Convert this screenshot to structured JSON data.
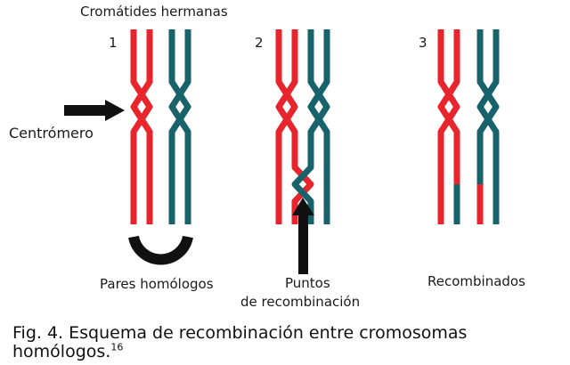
{
  "colors": {
    "red": "#e8242c",
    "teal": "#18636b",
    "black": "#111111"
  },
  "labels": {
    "sister_chromatids": "Cromátides hermanas",
    "panel_1": "1",
    "panel_2": "2",
    "panel_3": "3",
    "centromere": "Centrómero",
    "homologous_pairs": "Pares homólogos",
    "recombination_points_line1": "Puntos",
    "recombination_points_line2": "de recombinación",
    "recombined": "Recombinados"
  },
  "caption": {
    "line1": "Fig. 4. Esquema de recombinación entre cromosomas",
    "line2": "homólogos.",
    "ref": "16"
  }
}
